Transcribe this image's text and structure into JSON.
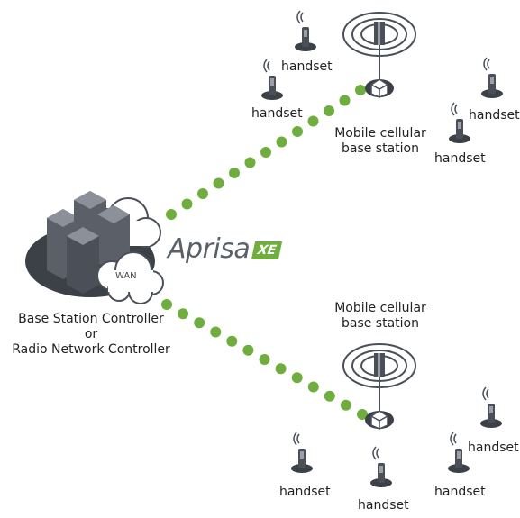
{
  "controller": {
    "line1": "Base Station Controller",
    "line2": "or",
    "line3": "Radio Network Controller",
    "wan_label": "WAN"
  },
  "logo": {
    "word": "Aprisa",
    "badge": "XE"
  },
  "station_top": {
    "line1": "Mobile cellular",
    "line2": "base station"
  },
  "station_bottom": {
    "line1": "Mobile cellular",
    "line2": "base station"
  },
  "handset_label": "handset",
  "colors": {
    "link": "#6fae3e",
    "equipment": "#4b5058",
    "ground": "#3c4047"
  }
}
